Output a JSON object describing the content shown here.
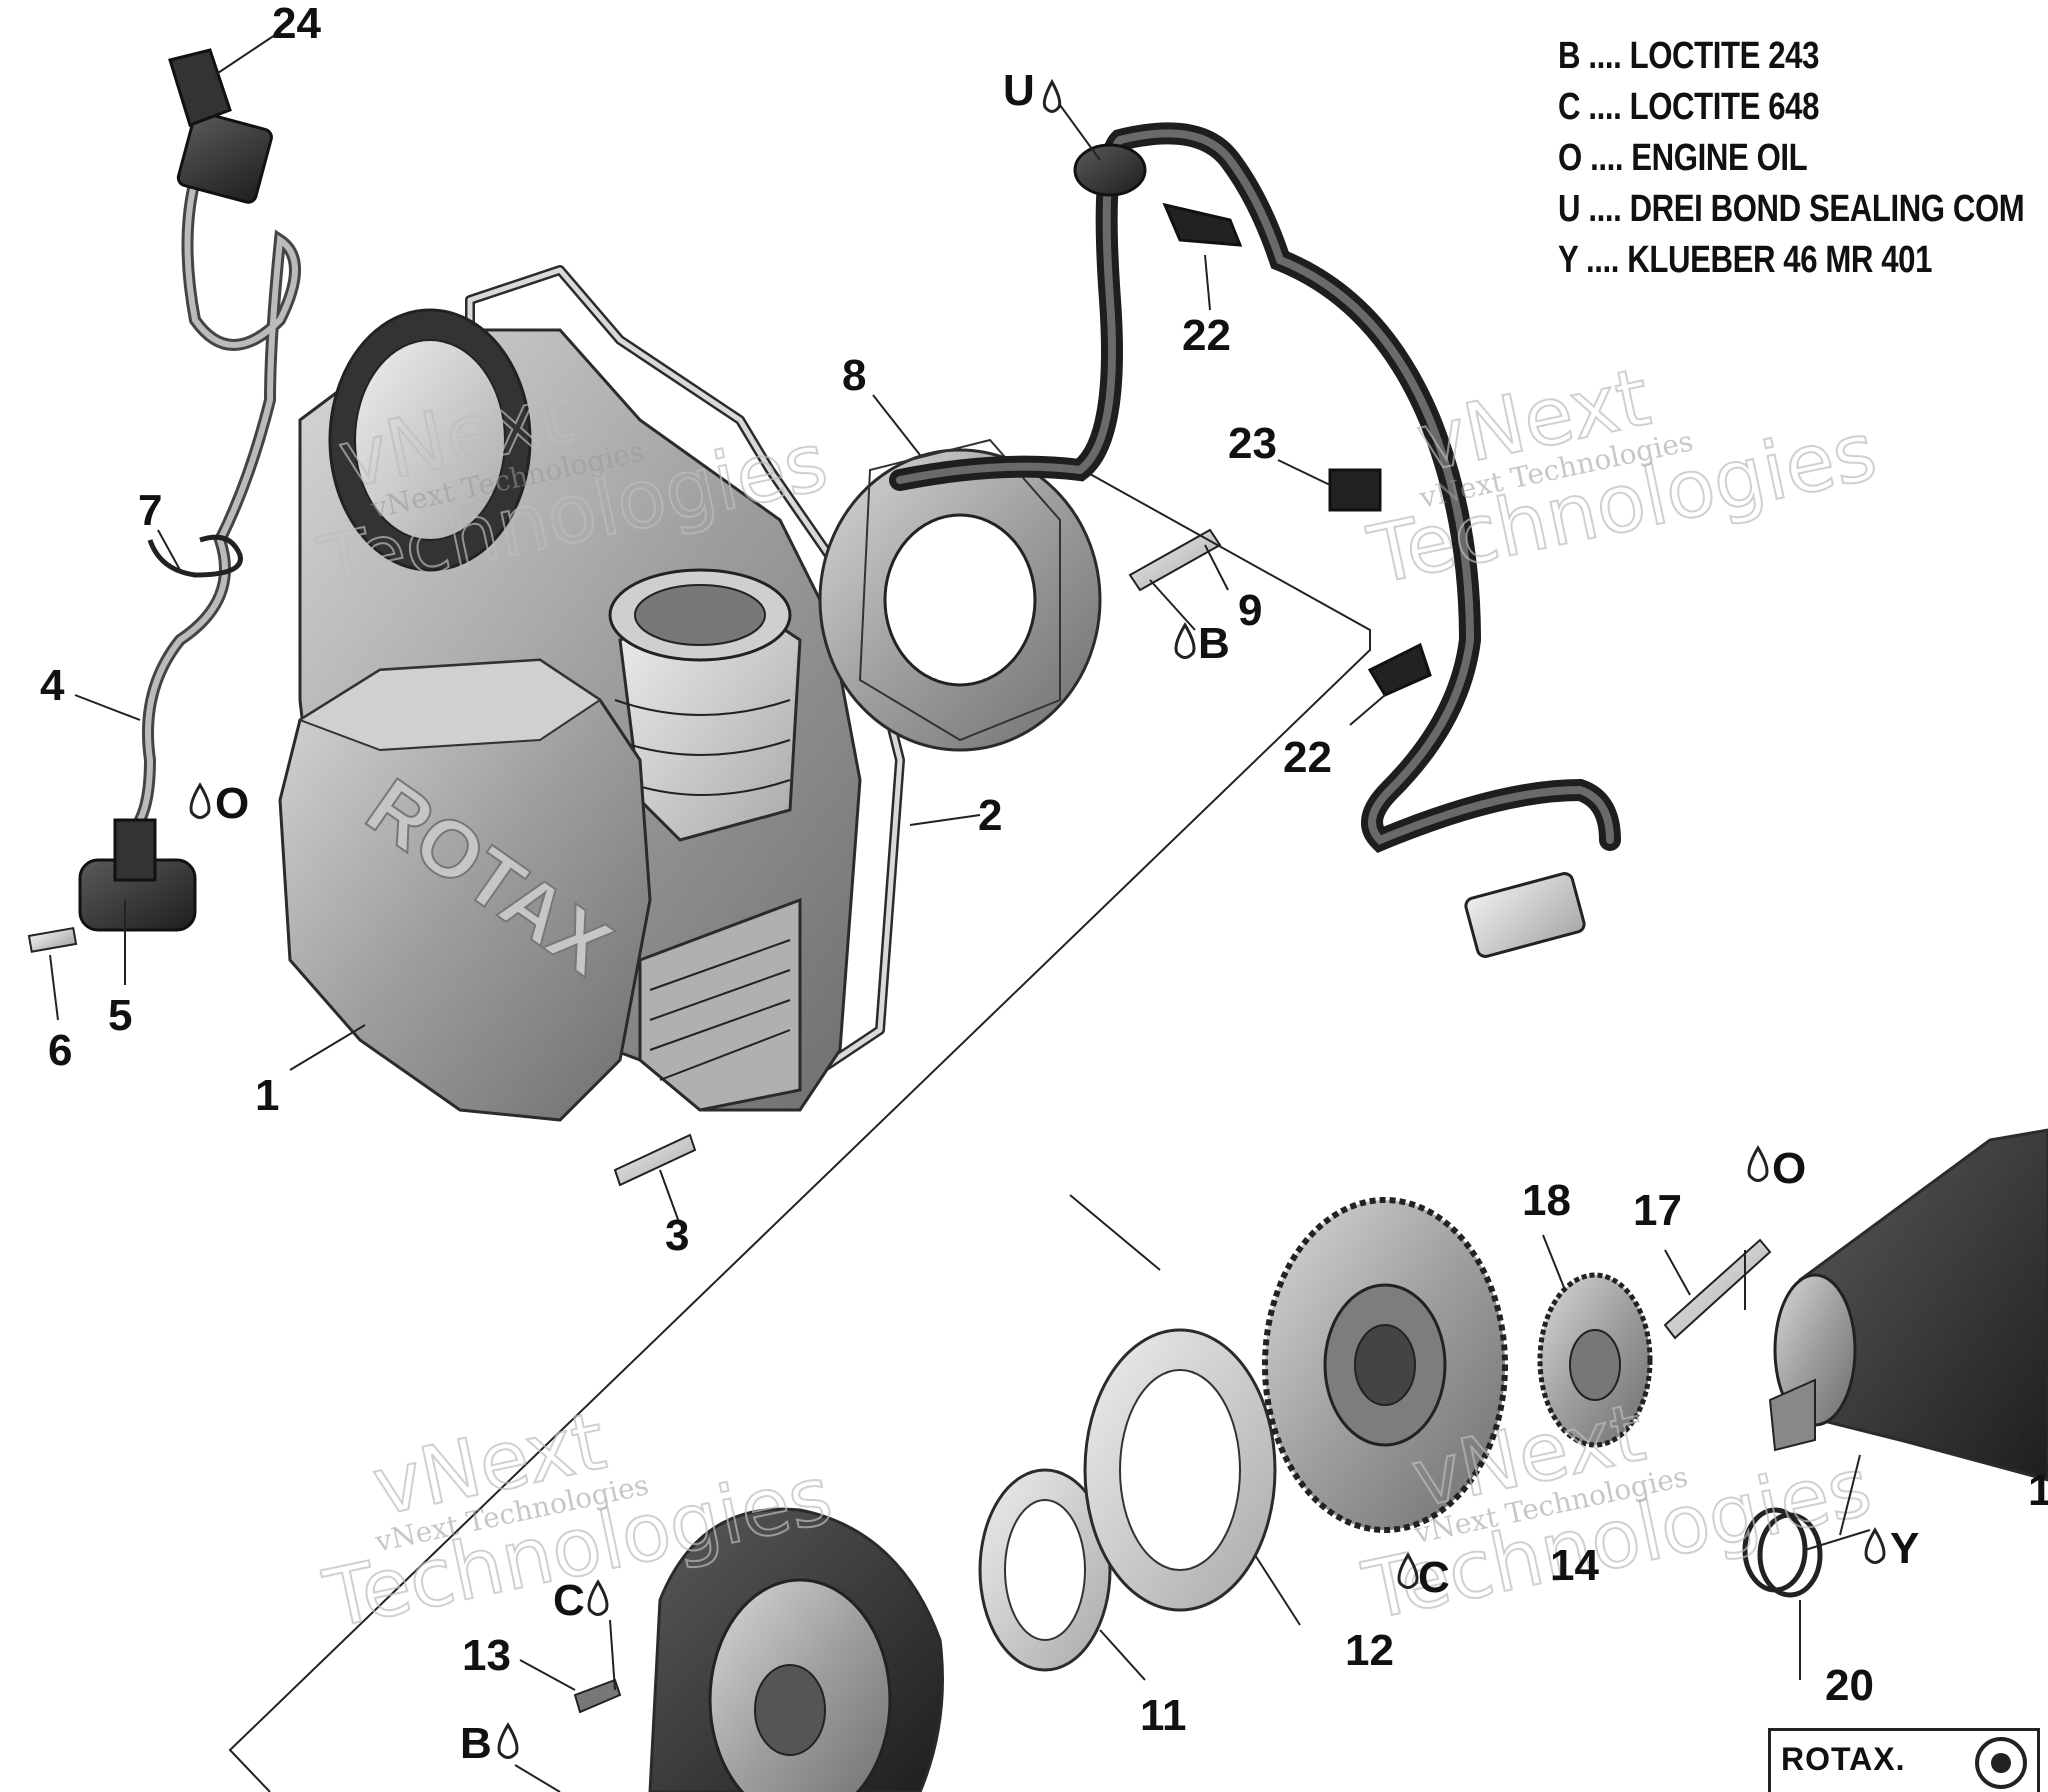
{
  "legend": [
    {
      "code": "B",
      "text": "B .... LOCTITE 243"
    },
    {
      "code": "C",
      "text": "C .... LOCTITE 648"
    },
    {
      "code": "O",
      "text": "O .... ENGINE OIL"
    },
    {
      "code": "U",
      "text": "U .... DREI BOND SEALING COM"
    },
    {
      "code": "Y",
      "text": "Y .... KLUEBER 46 MR 401"
    }
  ],
  "callouts": {
    "c24": "24",
    "c7": "7",
    "c4": "4",
    "c5": "5",
    "c6": "6",
    "c1": "1",
    "c2": "2",
    "c3": "3",
    "c8": "8",
    "c9": "9",
    "c22a": "22",
    "c22b": "22",
    "c23": "23",
    "c18": "18",
    "c17": "17",
    "c14": "14",
    "c12": "12",
    "c11": "11",
    "c13": "13",
    "c20": "20",
    "c1_right": "1"
  },
  "markers": {
    "u": "U",
    "o_left": "O",
    "b_mid": "B",
    "o_right": "O",
    "c_left": "C",
    "c_mid": "C",
    "y": "Y",
    "b_bottom": "B"
  },
  "watermark": {
    "small": "vNext Technologies",
    "big_top": "vNext",
    "big_bottom": "Technologies"
  },
  "brand": {
    "logo_text": "ROTAX."
  }
}
